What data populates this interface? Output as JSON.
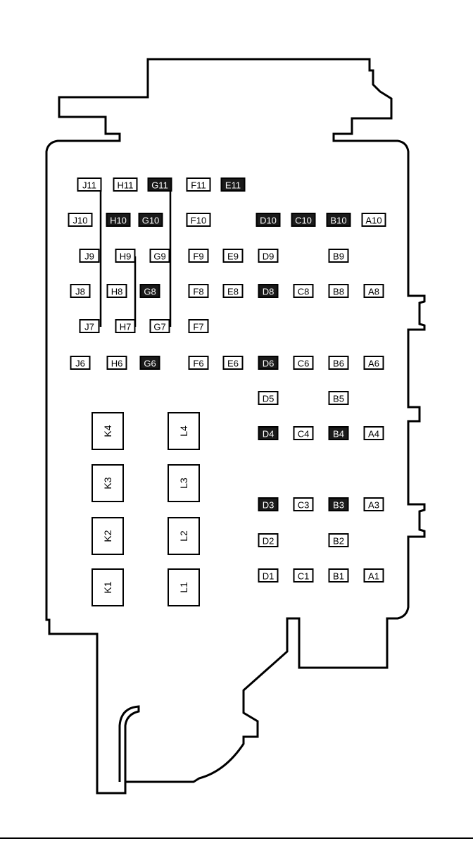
{
  "fuses": [
    {
      "id": "J11",
      "label": "J11",
      "style": "light"
    },
    {
      "id": "H11",
      "label": "H11",
      "style": "light"
    },
    {
      "id": "G11",
      "label": "G11",
      "style": "dark"
    },
    {
      "id": "F11",
      "label": "F11",
      "style": "light"
    },
    {
      "id": "E11",
      "label": "E11",
      "style": "dark"
    },
    {
      "id": "J10",
      "label": "J10",
      "style": "light"
    },
    {
      "id": "H10",
      "label": "H10",
      "style": "dark"
    },
    {
      "id": "G10",
      "label": "G10",
      "style": "dark"
    },
    {
      "id": "F10",
      "label": "F10",
      "style": "light"
    },
    {
      "id": "D10",
      "label": "D10",
      "style": "dark"
    },
    {
      "id": "C10",
      "label": "C10",
      "style": "dark"
    },
    {
      "id": "B10",
      "label": "B10",
      "style": "dark"
    },
    {
      "id": "A10",
      "label": "A10",
      "style": "light"
    },
    {
      "id": "J9",
      "label": "J9",
      "style": "light"
    },
    {
      "id": "H9",
      "label": "H9",
      "style": "light"
    },
    {
      "id": "G9",
      "label": "G9",
      "style": "light"
    },
    {
      "id": "F9",
      "label": "F9",
      "style": "light"
    },
    {
      "id": "E9",
      "label": "E9",
      "style": "light"
    },
    {
      "id": "D9",
      "label": "D9",
      "style": "light"
    },
    {
      "id": "B9",
      "label": "B9",
      "style": "light"
    },
    {
      "id": "J8",
      "label": "J8",
      "style": "light"
    },
    {
      "id": "H8",
      "label": "H8",
      "style": "light"
    },
    {
      "id": "G8",
      "label": "G8",
      "style": "dark"
    },
    {
      "id": "F8",
      "label": "F8",
      "style": "light"
    },
    {
      "id": "E8",
      "label": "E8",
      "style": "light"
    },
    {
      "id": "D8",
      "label": "D8",
      "style": "dark"
    },
    {
      "id": "C8",
      "label": "C8",
      "style": "light"
    },
    {
      "id": "B8",
      "label": "B8",
      "style": "light"
    },
    {
      "id": "A8",
      "label": "A8",
      "style": "light"
    },
    {
      "id": "J7",
      "label": "J7",
      "style": "light"
    },
    {
      "id": "H7",
      "label": "H7",
      "style": "light"
    },
    {
      "id": "G7",
      "label": "G7",
      "style": "light"
    },
    {
      "id": "F7",
      "label": "F7",
      "style": "light"
    },
    {
      "id": "J6",
      "label": "J6",
      "style": "light"
    },
    {
      "id": "H6",
      "label": "H6",
      "style": "light"
    },
    {
      "id": "G6",
      "label": "G6",
      "style": "dark"
    },
    {
      "id": "F6",
      "label": "F6",
      "style": "light"
    },
    {
      "id": "E6",
      "label": "E6",
      "style": "light"
    },
    {
      "id": "D6",
      "label": "D6",
      "style": "dark"
    },
    {
      "id": "C6",
      "label": "C6",
      "style": "light"
    },
    {
      "id": "B6",
      "label": "B6",
      "style": "light"
    },
    {
      "id": "A6",
      "label": "A6",
      "style": "light"
    },
    {
      "id": "D5",
      "label": "D5",
      "style": "light"
    },
    {
      "id": "B5",
      "label": "B5",
      "style": "light"
    },
    {
      "id": "D4",
      "label": "D4",
      "style": "dark"
    },
    {
      "id": "C4",
      "label": "C4",
      "style": "light"
    },
    {
      "id": "B4",
      "label": "B4",
      "style": "dark"
    },
    {
      "id": "A4",
      "label": "A4",
      "style": "light"
    },
    {
      "id": "D3",
      "label": "D3",
      "style": "dark"
    },
    {
      "id": "C3",
      "label": "C3",
      "style": "light"
    },
    {
      "id": "B3",
      "label": "B3",
      "style": "dark"
    },
    {
      "id": "A3",
      "label": "A3",
      "style": "light"
    },
    {
      "id": "D2",
      "label": "D2",
      "style": "light"
    },
    {
      "id": "B2",
      "label": "B2",
      "style": "light"
    },
    {
      "id": "D1",
      "label": "D1",
      "style": "light"
    },
    {
      "id": "C1",
      "label": "C1",
      "style": "light"
    },
    {
      "id": "B1",
      "label": "B1",
      "style": "light"
    },
    {
      "id": "A1",
      "label": "A1",
      "style": "light"
    }
  ],
  "relays": [
    {
      "id": "K4",
      "label": "K4"
    },
    {
      "id": "K3",
      "label": "K3"
    },
    {
      "id": "K2",
      "label": "K2"
    },
    {
      "id": "K1",
      "label": "K1"
    },
    {
      "id": "L4",
      "label": "L4"
    },
    {
      "id": "L3",
      "label": "L3"
    },
    {
      "id": "L2",
      "label": "L2"
    },
    {
      "id": "L1",
      "label": "L1"
    }
  ]
}
